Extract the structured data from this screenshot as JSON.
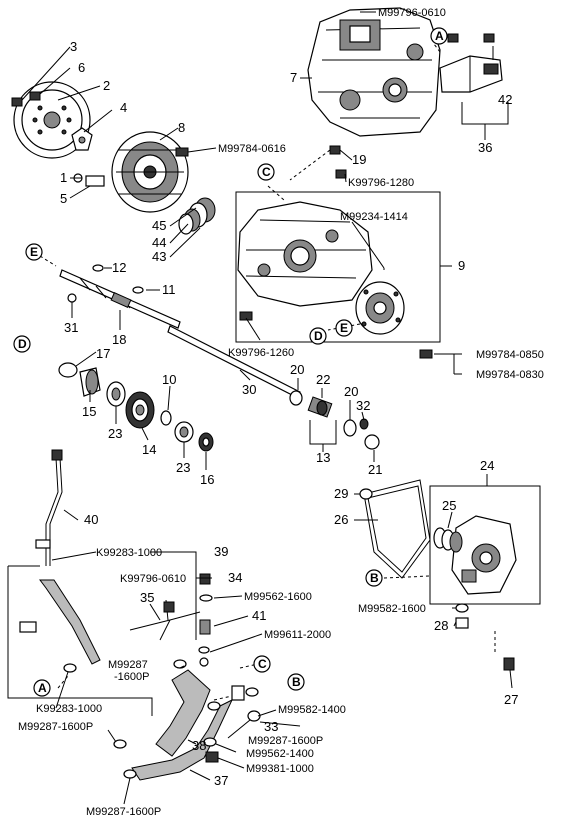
{
  "callouts": {
    "n3": "3",
    "n6": "6",
    "n2": "2",
    "n4": "4",
    "n1": "1",
    "n5": "5",
    "n8": "8",
    "n45": "45",
    "n44": "44",
    "n43": "43",
    "n7": "7",
    "n42": "42",
    "n36": "36",
    "n19": "19",
    "n9": "9",
    "n12": "12",
    "n11": "11",
    "n31": "31",
    "n18": "18",
    "n17": "17",
    "n10": "10",
    "n15": "15",
    "n23a": "23",
    "n14": "14",
    "n23b": "23",
    "n16": "16",
    "n30": "30",
    "n20a": "20",
    "n22": "22",
    "n20b": "20",
    "n32": "32",
    "n13": "13",
    "n21": "21",
    "n24": "24",
    "n29": "29",
    "n26": "26",
    "n25": "25",
    "n28": "28",
    "n27": "27",
    "n40": "40",
    "n39": "39",
    "n34": "34",
    "n35": "35",
    "n41": "41",
    "n38": "38",
    "n33": "33",
    "n37": "37"
  },
  "part_codes": {
    "m99796_0610": "M99796-0610",
    "m99784_0616": "M99784-0616",
    "k99796_1280_top": "K99796-1280",
    "m99234_1414": "M99234-1414",
    "k99796_1260": "K99796-1260",
    "m99784_0850": "M99784-0850",
    "m99784_0830": "M99784-0830",
    "k99283_1000_top": "K99283-1000",
    "k99796_0610": "K99796-0610",
    "m99562_1600_a": "M99562-1600",
    "m99611_2000": "M99611-2000",
    "m99287_1600p_a": "M99287",
    "m99287_1600p_a2": "-1600P",
    "m99582_1600": "M99582-1600",
    "k99283_1000_bottom": "K99283-1000",
    "m99582_1400": "M99582-1400",
    "m99287_1600p_b": "M99287-1600P",
    "m99287_1600p_c": "M99287-1600P",
    "m99562_1400": "M99562-1400",
    "m99381_1000": "M99381-1000",
    "m99287_1600p_d": "M99287-1600P"
  },
  "refs": {
    "a1": "A",
    "a2": "A",
    "b1": "B",
    "b2": "B",
    "c1": "C",
    "c2": "C",
    "d1": "D",
    "d2": "D",
    "e1": "E",
    "e2": "E"
  },
  "icons": [
    "bolt",
    "washer",
    "o-ring",
    "gear",
    "bearing",
    "hose",
    "clamp"
  ]
}
